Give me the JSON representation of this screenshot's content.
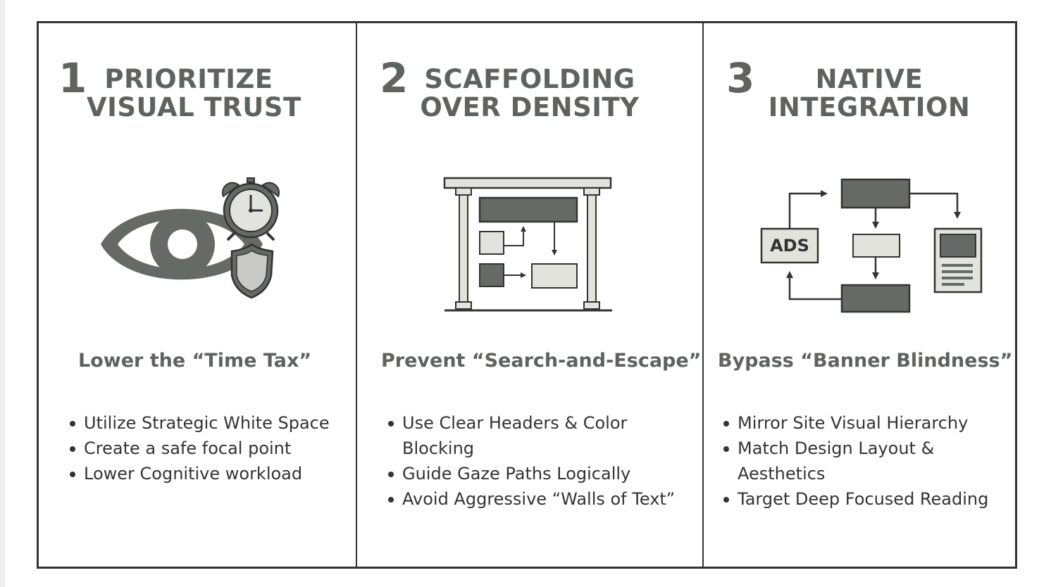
{
  "columns": [
    {
      "number": "1",
      "title_line1": "PRIORITIZE",
      "title_line2": "VISUAL TRUST",
      "icon": "eye-clock-shield-icon",
      "subheading": "Lower the “Time Tax”",
      "points": [
        "Utilize Strategic White Space",
        "Create a safe focal point",
        "Lower Cognitive workload"
      ]
    },
    {
      "number": "2",
      "title_line1": "SCAFFOLDING",
      "title_line2": "OVER DENSITY",
      "icon": "scaffolding-layout-icon",
      "subheading": "Prevent “Search-and-Escape”",
      "points": [
        "Use Clear Headers & Color Blocking",
        "Guide Gaze Paths Logically",
        "Avoid Aggressive “Walls of Text”"
      ]
    },
    {
      "number": "3",
      "title_line1": "NATIVE",
      "title_line2": "INTEGRATION",
      "icon": "ads-flow-diagram-icon",
      "ads_label": "ADS",
      "subheading": "Bypass “Banner Blindness”",
      "points": [
        "Mirror Site Visual Hierarchy",
        "Match Design Layout & Aesthetics",
        "Target Deep Focused Reading"
      ]
    }
  ],
  "colors": {
    "heading": "#5e6360",
    "body_text": "#333333",
    "border": "#333333",
    "icon_fill_dark": "#656a66",
    "icon_fill_light": "#e3e3dd"
  }
}
